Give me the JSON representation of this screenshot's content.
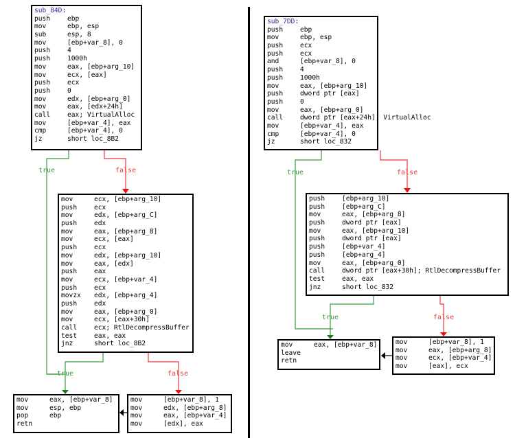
{
  "left": {
    "top_block": {
      "header": "sub_84D",
      "lines": [
        [
          "push",
          "ebp"
        ],
        [
          "mov",
          "ebp, esp"
        ],
        [
          "sub",
          "esp, 8"
        ],
        [
          "mov",
          "[ebp+var_8], 0"
        ],
        [
          "push",
          "4"
        ],
        [
          "push",
          "1000h"
        ],
        [
          "mov",
          "eax, [ebp+arg_10]"
        ],
        [
          "mov",
          "ecx, [eax]"
        ],
        [
          "push",
          "ecx"
        ],
        [
          "push",
          "0"
        ],
        [
          "mov",
          "edx, [ebp+arg_0]"
        ],
        [
          "mov",
          "eax, [edx+24h]"
        ],
        [
          "call",
          "eax; VirtualAlloc"
        ],
        [
          "mov",
          "[ebp+var_4], eax"
        ],
        [
          "cmp",
          "[ebp+var_4], 0"
        ],
        [
          "jz",
          "short loc_8B2"
        ]
      ]
    },
    "mid_block": {
      "lines": [
        [
          "mov",
          "ecx, [ebp+arg_10]"
        ],
        [
          "push",
          "ecx"
        ],
        [
          "mov",
          "edx, [ebp+arg_C]"
        ],
        [
          "push",
          "edx"
        ],
        [
          "mov",
          "eax, [ebp+arg_8]"
        ],
        [
          "mov",
          "ecx, [eax]"
        ],
        [
          "push",
          "ecx"
        ],
        [
          "mov",
          "edx, [ebp+arg_10]"
        ],
        [
          "mov",
          "eax, [edx]"
        ],
        [
          "push",
          "eax"
        ],
        [
          "mov",
          "ecx, [ebp+var_4]"
        ],
        [
          "push",
          "ecx"
        ],
        [
          "movzx",
          "edx, [ebp+arg_4]"
        ],
        [
          "push",
          "edx"
        ],
        [
          "mov",
          "eax, [ebp+arg_0]"
        ],
        [
          "mov",
          "ecx, [eax+30h]"
        ],
        [
          "call",
          "ecx; RtlDecompressBuffer"
        ],
        [
          "test",
          "eax, eax"
        ],
        [
          "jnz",
          "short loc_8B2"
        ]
      ]
    },
    "exit_block": {
      "lines": [
        [
          "mov",
          "eax, [ebp+var_8]"
        ],
        [
          "mov",
          "esp, ebp"
        ],
        [
          "pop",
          "ebp"
        ],
        [
          "retn",
          ""
        ]
      ]
    },
    "success_block": {
      "lines": [
        [
          "mov",
          "[ebp+var_8], 1"
        ],
        [
          "mov",
          "edx, [ebp+arg_8]"
        ],
        [
          "mov",
          "eax, [ebp+var_4]"
        ],
        [
          "mov",
          "[edx], eax"
        ]
      ]
    },
    "edge_labels": {
      "true1": "true",
      "false1": "false",
      "true2": "true",
      "false2": "false"
    }
  },
  "right": {
    "top_block": {
      "header": "sub_7DD",
      "lines": [
        [
          "push",
          "ebp"
        ],
        [
          "mov",
          "ebp, esp"
        ],
        [
          "push",
          "ecx"
        ],
        [
          "push",
          "ecx"
        ],
        [
          "and",
          "[ebp+var_8], 0"
        ],
        [
          "push",
          "4"
        ],
        [
          "push",
          "1000h"
        ],
        [
          "mov",
          "eax, [ebp+arg_10]"
        ],
        [
          "push",
          "dword ptr [eax]"
        ],
        [
          "push",
          "0"
        ],
        [
          "mov",
          "eax, [ebp+arg_0]"
        ],
        [
          "call",
          "dword ptr [eax+24h]; VirtualAlloc"
        ],
        [
          "mov",
          "[ebp+var_4], eax"
        ],
        [
          "cmp",
          "[ebp+var_4], 0"
        ],
        [
          "jz",
          "short loc_832"
        ]
      ]
    },
    "mid_block": {
      "lines": [
        [
          "push",
          "[ebp+arg_10]"
        ],
        [
          "push",
          "[ebp+arg_C]"
        ],
        [
          "mov",
          "eax, [ebp+arg_8]"
        ],
        [
          "push",
          "dword ptr [eax]"
        ],
        [
          "mov",
          "eax, [ebp+arg_10]"
        ],
        [
          "push",
          "dword ptr [eax]"
        ],
        [
          "push",
          "[ebp+var_4]"
        ],
        [
          "push",
          "[ebp+arg_4]"
        ],
        [
          "mov",
          "eax, [ebp+arg_0]"
        ],
        [
          "call",
          "dword ptr [eax+30h]; RtlDecompressBuffer"
        ],
        [
          "test",
          "eax, eax"
        ],
        [
          "jnz",
          "short loc_832"
        ]
      ]
    },
    "exit_block": {
      "lines": [
        [
          "mov",
          "eax, [ebp+var_8]"
        ],
        [
          "leave",
          ""
        ],
        [
          "retn",
          ""
        ]
      ]
    },
    "success_block": {
      "lines": [
        [
          "mov",
          "[ebp+var_8], 1"
        ],
        [
          "mov",
          "eax, [ebp+arg_8]"
        ],
        [
          "mov",
          "ecx, [ebp+var_4]"
        ],
        [
          "mov",
          "[eax], ecx"
        ]
      ]
    },
    "edge_labels": {
      "true1": "true",
      "false1": "false",
      "true2": "true",
      "false2": "false"
    }
  },
  "colors": {
    "true_edge": "#3a9a3a",
    "false_edge": "#e83a3a",
    "header": "#2a2a9a",
    "border": "#000000",
    "uncond_edge": "#000000"
  }
}
